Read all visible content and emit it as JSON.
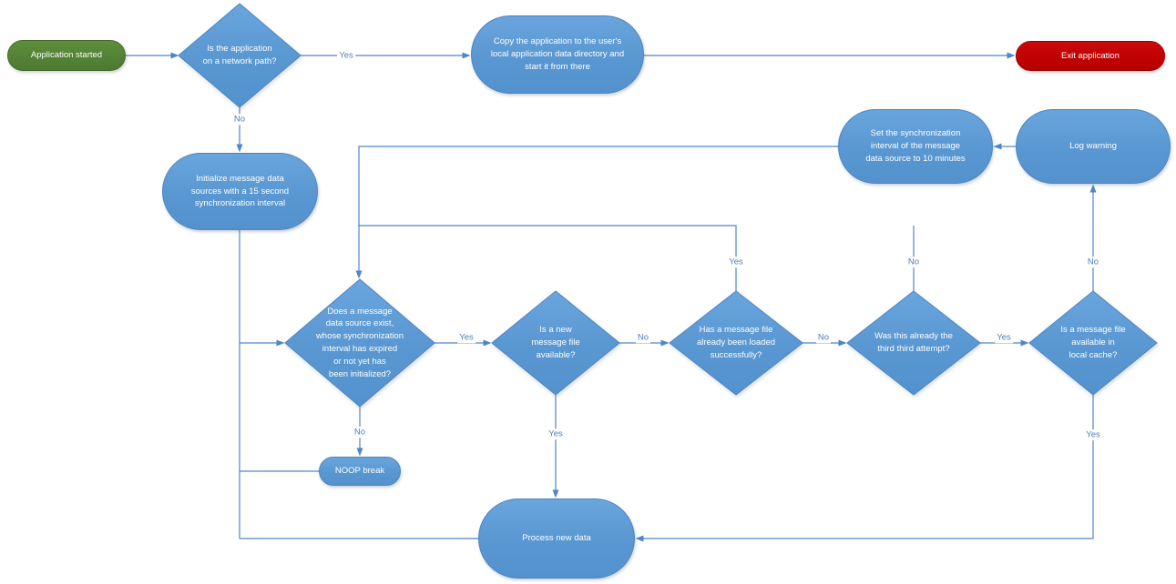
{
  "colors": {
    "node_blue": "#5b9bd5",
    "node_green": "#538135",
    "node_red": "#c00000",
    "connector": "#4e86c6",
    "edge_label_text": "#4d7fba",
    "node_text": "#ffffff"
  },
  "nodes": {
    "start": "Application started",
    "network_path": "Is the application\non a network path?",
    "copy_app": "Copy the application to the user's\nlocal application data directory and\nstart it from there",
    "exit_app": "Exit application",
    "init_sources": "Initialize message data\nsources with a 15 second\nsynchronization interval",
    "set_sync_interval": "Set the synchronization\ninterval of the message\ndata source to 10 minutes",
    "log_warning": "Log warning",
    "data_source_exists": "Does a message\ndata source exist,\nwhose synchronization\ninterval has expired\nor not yet has\nbeen initialized?",
    "new_file_available": "Is a new\nmessage  file\navailable?",
    "file_loaded": "Has a message file\nalready been loaded\nsuccessfully?",
    "third_attempt": "Was this already the\nthird third attempt?",
    "file_in_cache": "Is a message file\navailable in\nlocal cache?",
    "noop_break": "NOOP break",
    "process_data": "Process new data"
  },
  "edge_labels": {
    "network_yes": "Yes",
    "network_no": "No",
    "exists_yes": "Yes",
    "exists_no": "No",
    "new_file_yes": "Yes",
    "new_file_no": "No",
    "loaded_yes": "Yes",
    "loaded_no": "No",
    "third_yes": "Yes",
    "third_no": "No",
    "cache_yes": "Yes",
    "cache_no": "No"
  }
}
